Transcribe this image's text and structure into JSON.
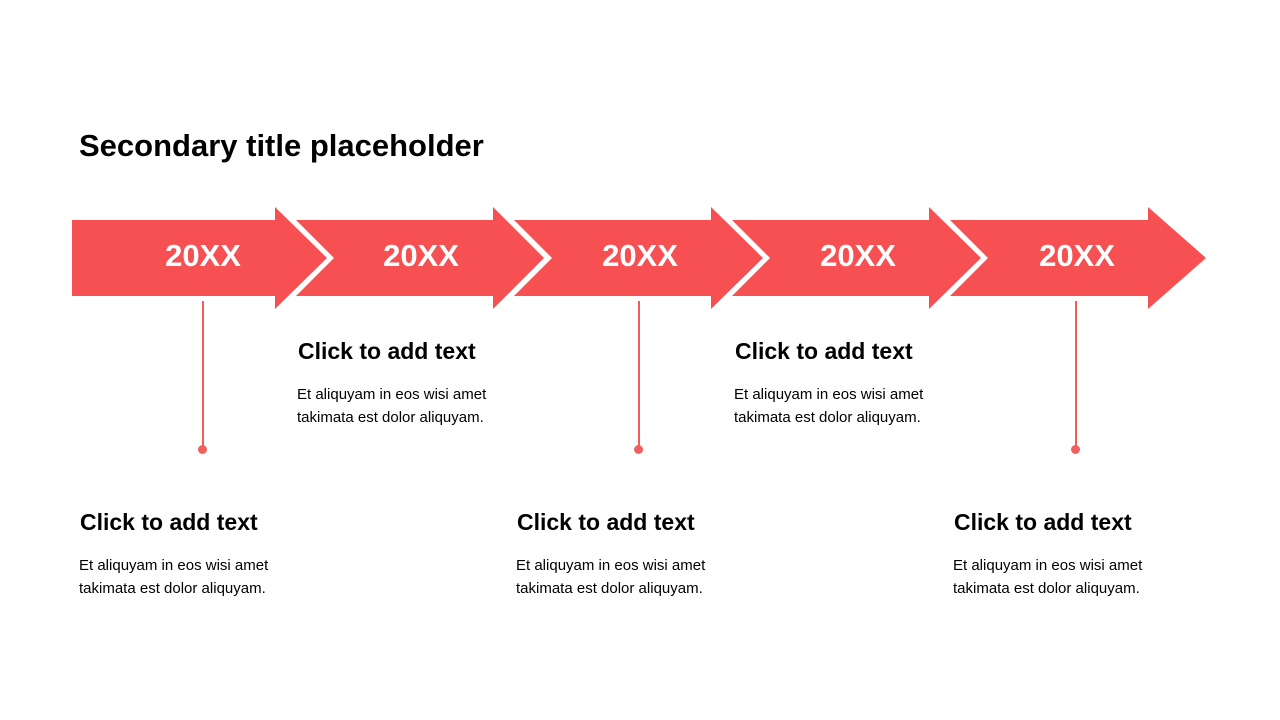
{
  "title": "Secondary title placeholder",
  "colors": {
    "accent": "#F65052",
    "text": "#000000",
    "background": "#FFFFFF"
  },
  "steps": [
    {
      "year": "20XX",
      "heading": "Click to add text",
      "body_line1": "Et aliquyam in eos wisi amet",
      "body_line2": "takimata est dolor aliquyam."
    },
    {
      "year": "20XX",
      "heading": "Click to add text",
      "body_line1": "Et aliquyam in eos wisi amet",
      "body_line2": "takimata est dolor aliquyam."
    },
    {
      "year": "20XX",
      "heading": "Click to add text",
      "body_line1": "Et aliquyam in eos wisi amet",
      "body_line2": "takimata est dolor aliquyam."
    },
    {
      "year": "20XX",
      "heading": "Click to add text",
      "body_line1": "Et aliquyam in eos wisi amet",
      "body_line2": "takimata est dolor aliquyam."
    },
    {
      "year": "20XX",
      "heading": "Click to add text",
      "body_line1": "Et aliquyam in eos wisi amet",
      "body_line2": "takimata est dolor aliquyam."
    }
  ]
}
